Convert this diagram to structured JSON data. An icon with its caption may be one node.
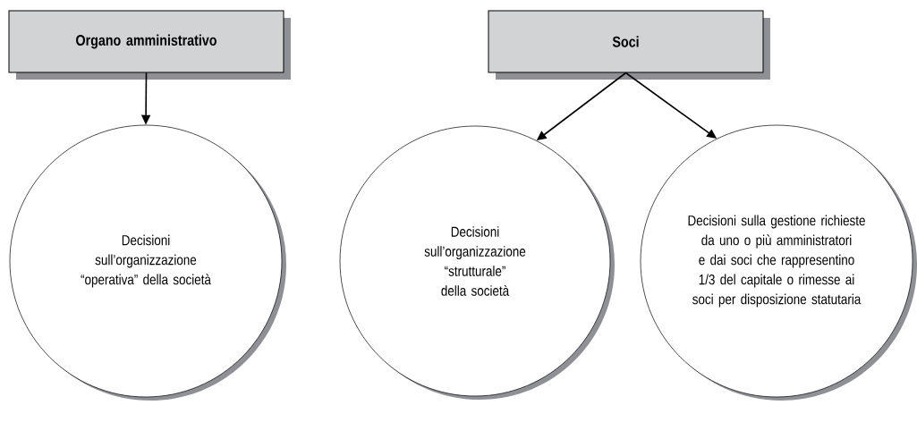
{
  "diagram": {
    "nodes": [
      {
        "text": [
          "Organo amministrativo"
        ]
      },
      {
        "text": [
          "Soci"
        ]
      },
      {
        "text": [
          "Decisioni sull’organizzazione “operativa” della società"
        ]
      },
      {
        "text": [
          "Decisioni sull’organizzazione “strutturale” della società"
        ]
      },
      {
        "text": [
          "Decisioni sulla gestione richieste da uno o più amministratori e dai soci che rappresentino 1/3 del capitale o rimesse ai soci per disposizione statutaria"
        ]
      }
    ],
    "edges": [
      {
        "from": 0,
        "to": 2,
        "arrow": "to"
      },
      {
        "from": 1,
        "to": 3,
        "arrow": "to"
      },
      {
        "from": 1,
        "to": 4,
        "arrow": "to"
      }
    ]
  }
}
